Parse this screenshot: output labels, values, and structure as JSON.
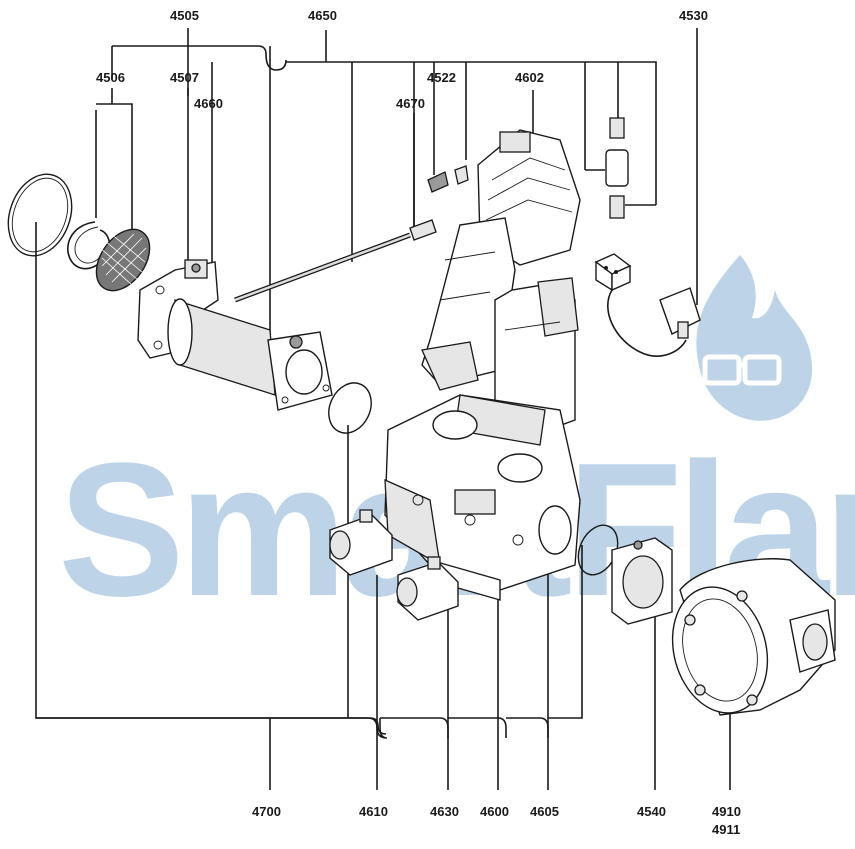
{
  "watermark": {
    "text": "SmartFlam",
    "color": "#bcd3e8"
  },
  "labels": {
    "l4505": "4505",
    "l4650": "4650",
    "l4530": "4530",
    "l4506": "4506",
    "l4507": "4507",
    "l4660": "4660",
    "l4522": "4522",
    "l4602": "4602",
    "l4670": "4670",
    "l4700": "4700",
    "l4610": "4610",
    "l4630": "4630",
    "l4600": "4600",
    "l4605": "4605",
    "l4540": "4540",
    "l4910": "4910",
    "l4911": "4911"
  }
}
